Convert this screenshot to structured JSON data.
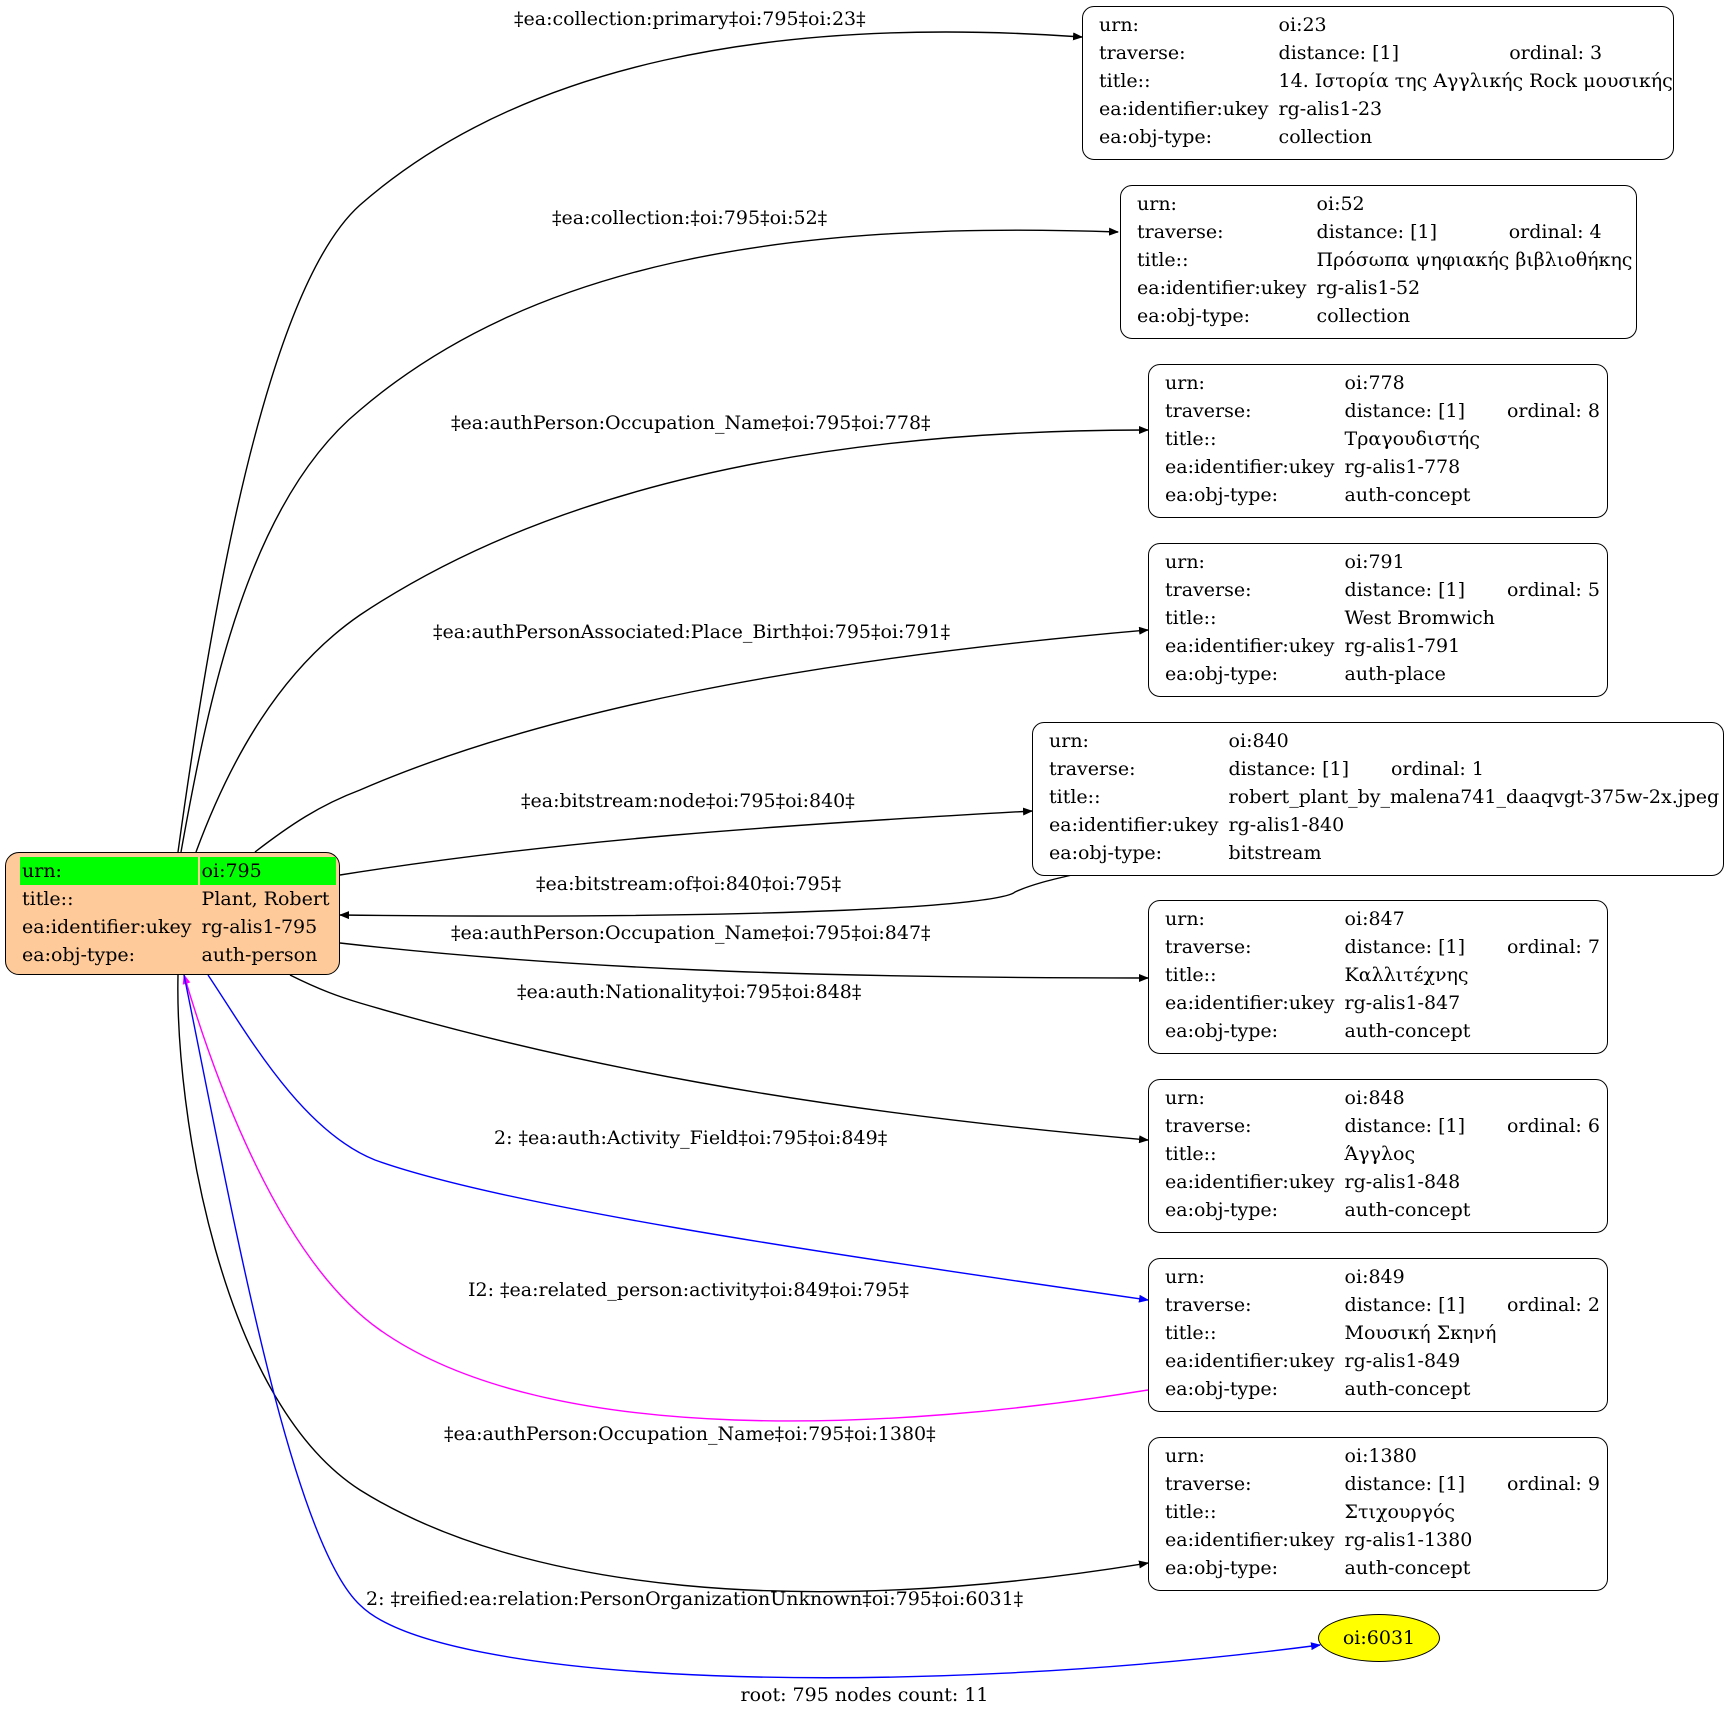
{
  "root_node": {
    "rows": [
      {
        "key": "urn:",
        "value": "oi:795"
      },
      {
        "key": "title::",
        "value": "Plant, Robert"
      },
      {
        "key": "ea:identifier:ukey",
        "value": "rg-alis1-795"
      },
      {
        "key": "ea:obj-type:",
        "value": "auth-person"
      }
    ],
    "fill": "#ffca99",
    "highlight": "#00ff00"
  },
  "nodes": [
    {
      "urn": "oi:23",
      "distance": "distance: [1]",
      "ordinal": "ordinal: 3",
      "title": "14. Ιστορία της Αγγλικής Rock μουσικής",
      "ukey": "rg-alis1-23",
      "type": "collection"
    },
    {
      "urn": "oi:52",
      "distance": "distance: [1]",
      "ordinal": "ordinal: 4",
      "title": "Πρόσωπα ψηφιακής βιβλιοθήκης",
      "ukey": "rg-alis1-52",
      "type": "collection"
    },
    {
      "urn": "oi:778",
      "distance": "distance: [1]",
      "ordinal": "ordinal: 8",
      "title": "Τραγουδιστής",
      "ukey": "rg-alis1-778",
      "type": "auth-concept"
    },
    {
      "urn": "oi:791",
      "distance": "distance: [1]",
      "ordinal": "ordinal: 5",
      "title": "West Bromwich",
      "ukey": "rg-alis1-791",
      "type": "auth-place"
    },
    {
      "urn": "oi:840",
      "distance": "distance: [1]",
      "ordinal": "ordinal: 1",
      "title": "robert_plant_by_malena741_daaqvgt-375w-2x.jpeg",
      "ukey": "rg-alis1-840",
      "type": "bitstream"
    },
    {
      "urn": "oi:847",
      "distance": "distance: [1]",
      "ordinal": "ordinal: 7",
      "title": "Καλλιτέχνης",
      "ukey": "rg-alis1-847",
      "type": "auth-concept"
    },
    {
      "urn": "oi:848",
      "distance": "distance: [1]",
      "ordinal": "ordinal: 6",
      "title": "Άγγλος",
      "ukey": "rg-alis1-848",
      "type": "auth-concept"
    },
    {
      "urn": "oi:849",
      "distance": "distance: [1]",
      "ordinal": "ordinal: 2",
      "title": "Μουσική Σκηνή",
      "ukey": "rg-alis1-849",
      "type": "auth-concept"
    },
    {
      "urn": "oi:1380",
      "distance": "distance: [1]",
      "ordinal": "ordinal: 9",
      "title": "Στιχουργός",
      "ukey": "rg-alis1-1380",
      "type": "auth-concept"
    }
  ],
  "labels": {
    "urn": "urn:",
    "traverse": "traverse:",
    "title": "title::",
    "ukey": "ea:identifier:ukey",
    "type": "ea:obj-type:"
  },
  "ellipse_node": {
    "label": "oi:6031",
    "fill": "#ffff00"
  },
  "edges": [
    {
      "label": "‡ea:collection:primary‡oi:795‡oi:23‡",
      "color": "#000000"
    },
    {
      "label": "‡ea:collection:‡oi:795‡oi:52‡",
      "color": "#000000"
    },
    {
      "label": "‡ea:authPerson:Occupation_Name‡oi:795‡oi:778‡",
      "color": "#000000"
    },
    {
      "label": "‡ea:authPersonAssociated:Place_Birth‡oi:795‡oi:791‡",
      "color": "#000000"
    },
    {
      "label": "‡ea:bitstream:node‡oi:795‡oi:840‡",
      "color": "#000000"
    },
    {
      "label": "‡ea:bitstream:of‡oi:840‡oi:795‡",
      "color": "#000000"
    },
    {
      "label": "‡ea:authPerson:Occupation_Name‡oi:795‡oi:847‡",
      "color": "#000000"
    },
    {
      "label": "‡ea:auth:Nationality‡oi:795‡oi:848‡",
      "color": "#000000"
    },
    {
      "label": "2: ‡ea:auth:Activity_Field‡oi:795‡oi:849‡",
      "color": "#0000ff"
    },
    {
      "label": "I2: ‡ea:related_person:activity‡oi:849‡oi:795‡",
      "color": "#ff00ff"
    },
    {
      "label": "‡ea:authPerson:Occupation_Name‡oi:795‡oi:1380‡",
      "color": "#000000"
    },
    {
      "label": "2: ‡reified:ea:relation:PersonOrganizationUnknown‡oi:795‡oi:6031‡",
      "color": "#0000ff"
    }
  ],
  "footer": "root: 795 nodes count: 11"
}
